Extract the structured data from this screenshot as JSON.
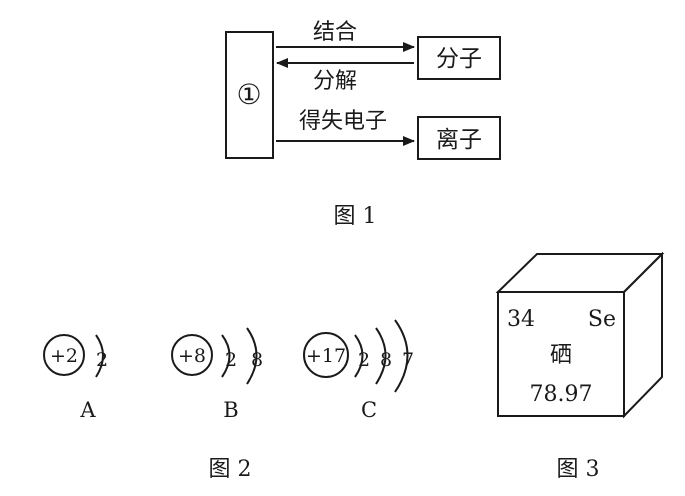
{
  "figure1": {
    "box_left_label": "①",
    "arrow_top_label": "结合",
    "arrow_middle_label": "分解",
    "arrow_bottom_label": "得失电子",
    "box_molecule_label": "分子",
    "box_ion_label": "离子",
    "caption": "图 1"
  },
  "figure2": {
    "atoms": [
      {
        "nucleus": "+2",
        "shells": [
          "2"
        ],
        "letter": "A"
      },
      {
        "nucleus": "+8",
        "shells": [
          "2",
          "8"
        ],
        "letter": "B"
      },
      {
        "nucleus": "+17",
        "shells": [
          "2",
          "8",
          "7"
        ],
        "letter": "C"
      }
    ],
    "caption": "图 2"
  },
  "figure3": {
    "atomic_number": "34",
    "symbol": "Se",
    "name": "硒",
    "atomic_mass": "78.97",
    "caption": "图 3"
  }
}
